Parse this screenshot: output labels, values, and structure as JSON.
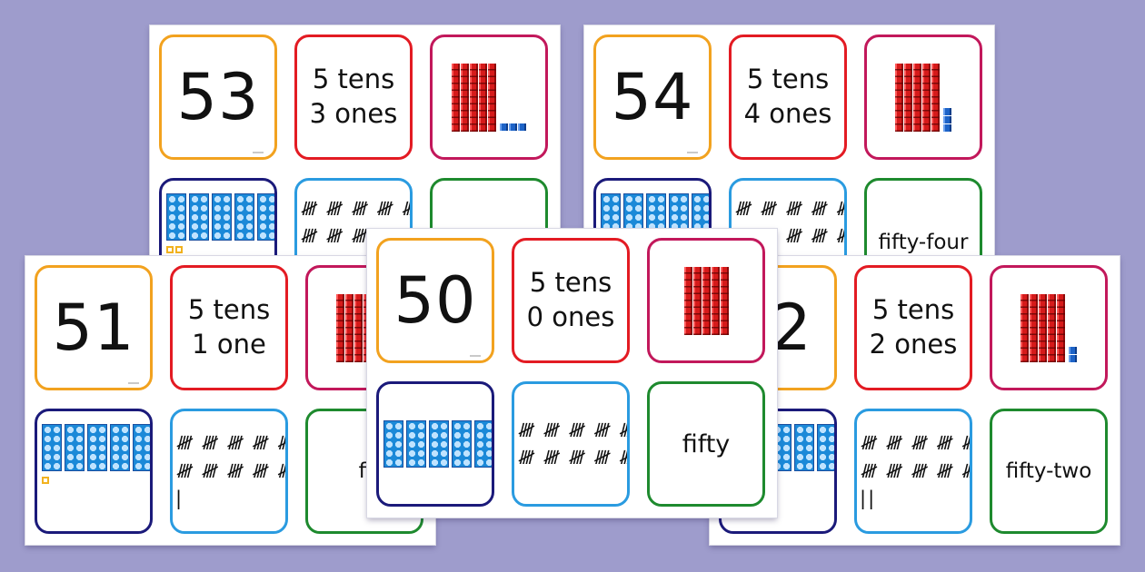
{
  "sheets": {
    "sheet53": {
      "numeral": "53",
      "tens_line": "5 tens",
      "ones_line": "3 ones",
      "tally_row1": "𝍸 𝍸 𝍸 𝍸 𝍸",
      "tally_row2": "𝍸 𝍸 𝍸 𝍸 𝍸"
    },
    "sheet54": {
      "numeral": "54",
      "tens_line": "5 tens",
      "ones_line": "4 ones",
      "tally_row1": "𝍸 𝍸 𝍸 𝍸 𝍸",
      "tally_row2": "𝍸 𝍸 𝍸 𝍸 𝍸",
      "word": "fifty-four"
    },
    "sheet51": {
      "numeral": "51",
      "tens_line": "5 tens",
      "ones_line": "1 one",
      "tally_row1": "𝍸 𝍸 𝍸 𝍸 𝍸",
      "tally_row2": "𝍸 𝍸 𝍸 𝍸 𝍸",
      "tally_row3": "|",
      "word": "fifty-"
    },
    "sheet50": {
      "numeral": "50",
      "tens_line": "5 tens",
      "ones_line": "0 ones",
      "tally_row1": "𝍸 𝍸 𝍸 𝍸 𝍸",
      "tally_row2": "𝍸 𝍸 𝍸 𝍸 𝍸",
      "word": "fifty"
    },
    "sheet52": {
      "numeral": "2",
      "tens_line": "5 tens",
      "ones_line": "2 ones",
      "tally_row1": "𝍸 𝍸 𝍸 𝍸 𝍸",
      "tally_row2": "𝍸 𝍸 𝍸 𝍸 𝍸",
      "tally_row3": "||",
      "word": "fifty-two"
    }
  },
  "colors": {
    "background": "#9e9ccc",
    "orange": "#f2a21f",
    "red": "#e31b23",
    "magenta": "#c2185b",
    "navy": "#1b1a7a",
    "sky": "#2a9be0",
    "green": "#1e8a2e",
    "rod_red": "#d61a1a",
    "unit_blue": "#1d63c7"
  }
}
